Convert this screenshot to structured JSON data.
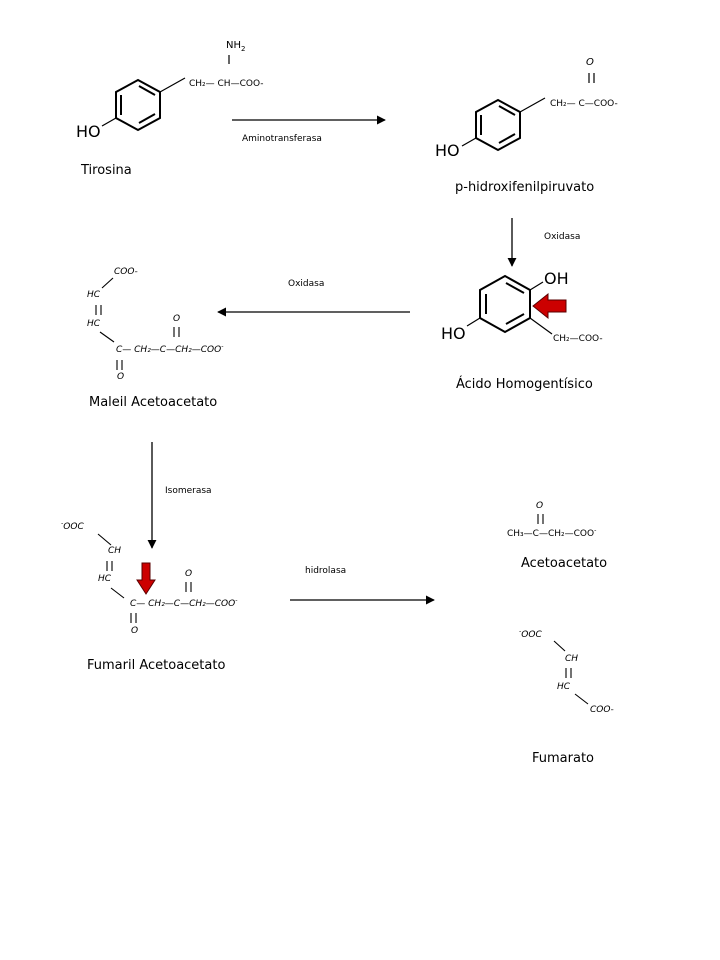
{
  "compounds": {
    "tirosina": {
      "name": "Tirosina",
      "ho": "HO",
      "nh2": "NH",
      "nh2_sub": "2",
      "chain": "CH₂— CH—COO-"
    },
    "hidroxifenilpiruvato": {
      "name": "p-hidroxifenilpiruvato",
      "ho": "HO",
      "o": "O",
      "chain": "CH₂— C—COO-"
    },
    "homogentisico": {
      "name": "Ácido Homogentísico",
      "ho": "HO",
      "oh": "OH",
      "chain": "CH₂—COO-"
    },
    "maleil": {
      "name": "Maleil Acetoacetato",
      "coo": "COO-",
      "hc1": "HC",
      "hc2": "HC",
      "o_top": "O",
      "chain": "C— CH₂—C—CH₂—COO",
      "chain_sup": "-",
      "o_bottom": "O"
    },
    "fumaril": {
      "name": "Fumaril Acetoacetato",
      "ooc_sup": "-",
      "ooc": "OOC",
      "ch": "CH",
      "hc": "HC",
      "o_top": "O",
      "chain": "C— CH₂—C—CH₂—COO",
      "chain_sup": "-",
      "o_bottom": "O"
    },
    "acetoacetato": {
      "name": "Acetoacetato",
      "o": "O",
      "chain": "CH₃—C—CH₂—COO",
      "chain_sup": "-"
    },
    "fumarato": {
      "name": "Fumarato",
      "ooc_sup": "-",
      "ooc": "OOC",
      "ch": "CH",
      "hc": "HC",
      "coo": "COO-"
    }
  },
  "enzymes": {
    "aminotransferasa": "Aminotransferasa",
    "oxidasa_1": "Oxidasa",
    "oxidasa_2": "Oxidasa",
    "isomerasa": "Isomerasa",
    "hidrolasa": "hidrolasa"
  },
  "colors": {
    "line": "#000000",
    "highlight_arrow": "#cc0000",
    "highlight_arrow_stroke": "#5a0000"
  }
}
